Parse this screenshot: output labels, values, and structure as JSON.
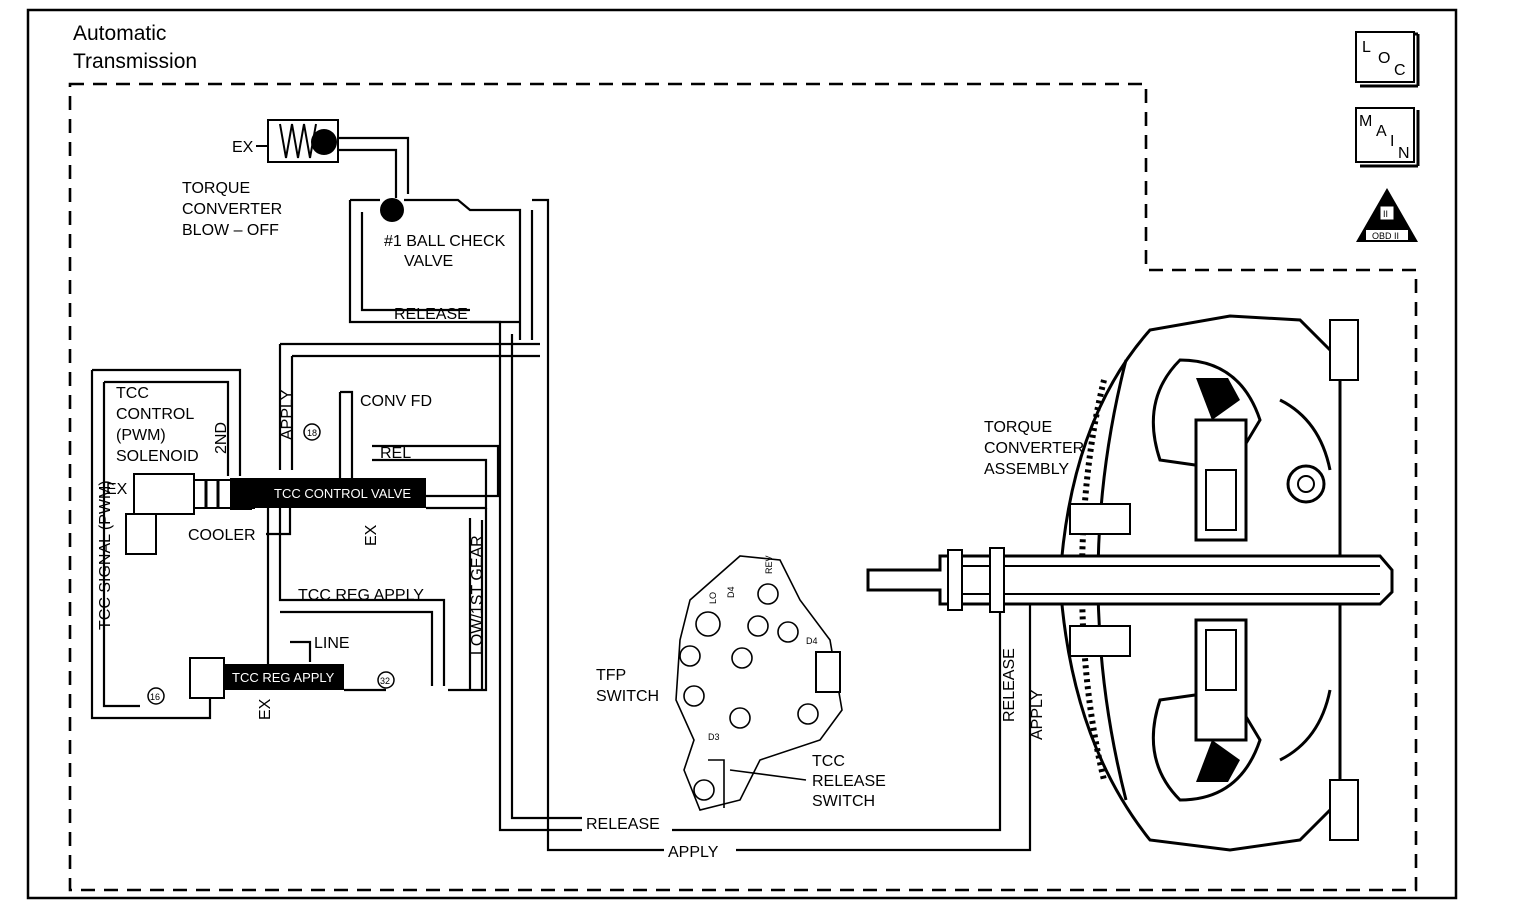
{
  "title_line1": "Automatic",
  "title_line2": "Transmission",
  "icons": {
    "loc": {
      "l1": "L",
      "l2": "O",
      "l3": "C"
    },
    "main": {
      "l1": "M",
      "l2": "A",
      "l3": "I",
      "l4": "N"
    },
    "obd": {
      "numeral": "II",
      "text": "OBD II"
    }
  },
  "labels": {
    "ex_top": "EX",
    "blowoff_1": "TORQUE",
    "blowoff_2": "CONVERTER",
    "blowoff_3": "BLOW – OFF",
    "ballcheck_1": "#1 BALL CHECK",
    "ballcheck_2": "VALVE",
    "release_top": "RELEASE",
    "tcc_sol_1": "TCC",
    "tcc_sol_2": "CONTROL",
    "tcc_sol_3": "(PWM)",
    "tcc_sol_4": "SOLENOID",
    "second": "2ND",
    "apply_vert": "APPLY",
    "circle_18": "18",
    "conv_fd": "CONV FD",
    "rel": "REL",
    "ex_left": "EX",
    "control_valve": "TCC CONTROL VALVE",
    "cooler": "COOLER",
    "ex_mid": "EX",
    "tcc_signal": "TCC SIGNAL (PWM)",
    "low_gear": "LOW/1ST GEAR",
    "reg_apply": "TCC REG APPLY",
    "line": "LINE",
    "reg_apply_valve": "TCC REG APPLY",
    "circle_32": "32",
    "circle_16": "16",
    "ex_bottom": "EX",
    "tfp_1": "TFP",
    "tfp_2": "SWITCH",
    "lo": "LO",
    "d4_a": "D4",
    "rev": "REV",
    "d4_b": "D4",
    "d3": "D3",
    "tcc_rel_1": "TCC",
    "tcc_rel_2": "RELEASE",
    "tcc_rel_3": "SWITCH",
    "release_bottom": "RELEASE",
    "apply_bottom": "APPLY",
    "release_right": "RELEASE",
    "apply_right": "APPLY",
    "conv_asm_1": "TORQUE",
    "conv_asm_2": "CONVERTER",
    "conv_asm_3": "ASSEMBLY"
  }
}
